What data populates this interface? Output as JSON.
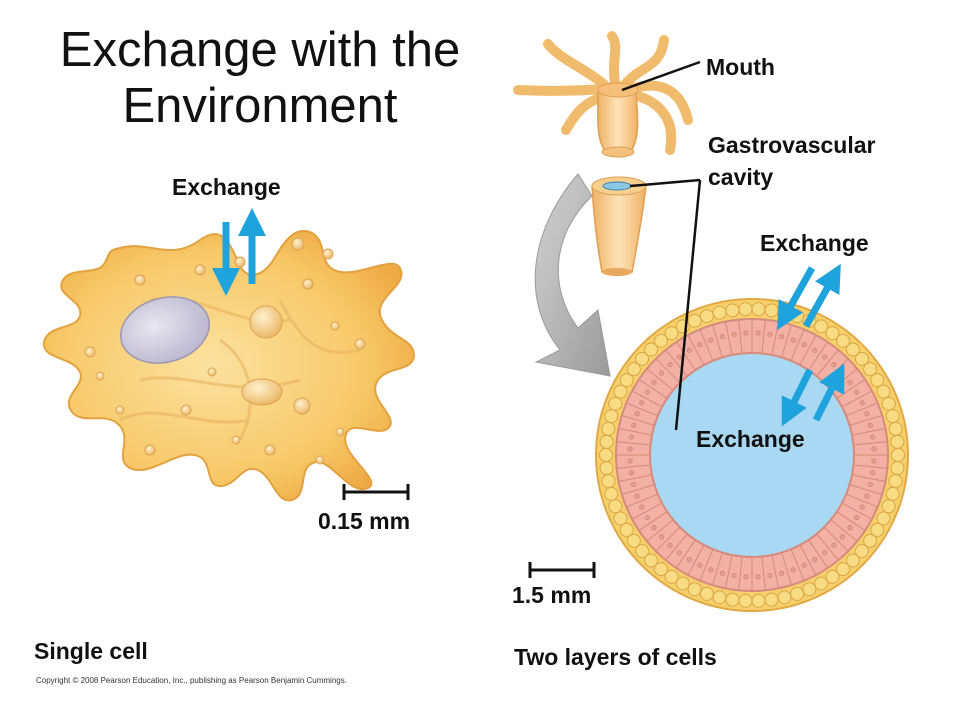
{
  "slide": {
    "title_line1": "Exchange with the",
    "title_line2": "Environment"
  },
  "single_cell": {
    "exchange_label": "Exchange",
    "scale_label": "0.15 mm",
    "caption": "Single cell"
  },
  "hydra": {
    "mouth_label": "Mouth",
    "cavity_label_line1": "Gastrovascular",
    "cavity_label_line2": "cavity",
    "outer_exchange_label": "Exchange",
    "inner_exchange_label": "Exchange",
    "scale_label": "1.5 mm",
    "caption": "Two layers of cells"
  },
  "footer": {
    "copyright": "Copyright © 2008 Pearson Education, Inc., publishing as Pearson Benjamin Cummings."
  },
  "colors": {
    "cell_fill": "#f7c868",
    "cell_edge": "#e6a43b",
    "nucleus": "#c7c3d6",
    "arrow_blue": "#1fa3dc",
    "cavity_blue": "#a9d9f2",
    "inner_cells": "#f2b1a4",
    "outer_cells": "#f6d06b",
    "curved_arrow": "#a8a8a8"
  }
}
